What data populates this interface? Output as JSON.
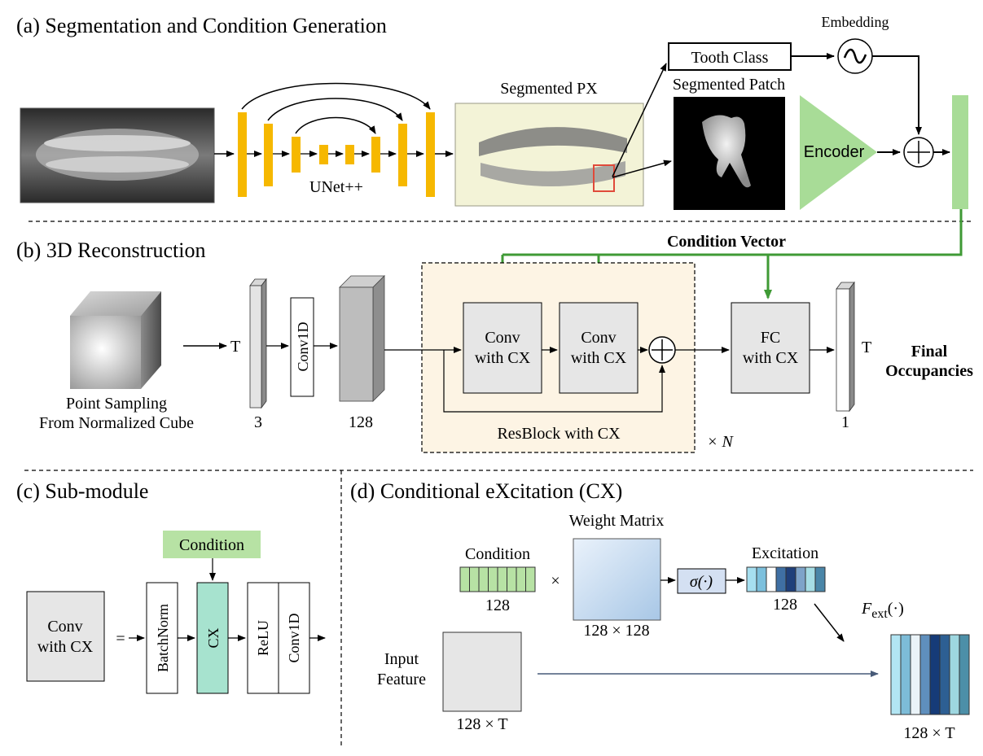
{
  "sections": {
    "a": "(a) Segmentation and Condition Generation",
    "b": "(b) 3D Reconstruction",
    "c": "(c) Sub-module",
    "d": "(d) Conditional eXcitation (CX)"
  },
  "part_a": {
    "unet_label": "UNet++",
    "segmented_px": "Segmented PX",
    "segmented_patch": "Segmented Patch",
    "tooth_class": "Tooth Class",
    "embedding": "Embedding",
    "embedding_symbol": "~",
    "encoder": "Encoder",
    "plus": "+"
  },
  "part_b": {
    "condition_vector": "Condition Vector",
    "point_sampling_1": "Point Sampling",
    "point_sampling_2": "From Normalized Cube",
    "t_in": "T",
    "dim_3": "3",
    "conv1d": "Conv1D",
    "dim_128": "128",
    "conv_cx_1a": "Conv",
    "conv_cx_1b": "with CX",
    "conv_cx_2a": "Conv",
    "conv_cx_2b": "with CX",
    "resblock": "ResBlock with CX",
    "times_n": "× N",
    "fc_a": "FC",
    "fc_b": "with CX",
    "t_out": "T",
    "dim_1": "1",
    "final_1": "Final",
    "final_2": "Occupancies"
  },
  "part_c": {
    "conv_a": "Conv",
    "conv_b": "with CX",
    "equals": "=",
    "condition": "Condition",
    "batchnorm": "BatchNorm",
    "cx": "CX",
    "relu": "ReLU",
    "conv1d": "Conv1D"
  },
  "part_d": {
    "condition": "Condition",
    "cond_dim": "128",
    "times": "×",
    "weight_matrix": "Weight Matrix",
    "wm_dim": "128 × 128",
    "sigma": "σ(·)",
    "excitation": "Excitation",
    "exc_dim": "128",
    "f_ext": "F",
    "f_ext_sub": "ext",
    "f_ext_arg": "(·)",
    "input_1": "Input",
    "input_2": "Feature",
    "input_dim": "128 × T",
    "output_dim": "128 × T"
  },
  "colors": {
    "unet_bar": "#f6b800",
    "px_bg": "#f3f3d7",
    "encoder_green": "#a8dc97",
    "cond_green": "#3f9a35",
    "resblock_bg": "#fdf4e4",
    "block_gray": "#e6e6e6",
    "condition_box": "#b7e2a4",
    "cx_box": "#a7e3cf",
    "sigma_box": "#d4e0f2"
  },
  "excitation_colors": [
    "#a6dff0",
    "#7cc0dd",
    "#ffffff",
    "#3f6fa3",
    "#1f3f7a",
    "#7ea3c9",
    "#a6dde5",
    "#4a86a8"
  ],
  "output_colors": [
    "#b2e5f3",
    "#7dbcd8",
    "#eaf3f8",
    "#5f8fbd",
    "#163b78",
    "#2d5f93",
    "#9ed7e0",
    "#4c8fa8"
  ]
}
